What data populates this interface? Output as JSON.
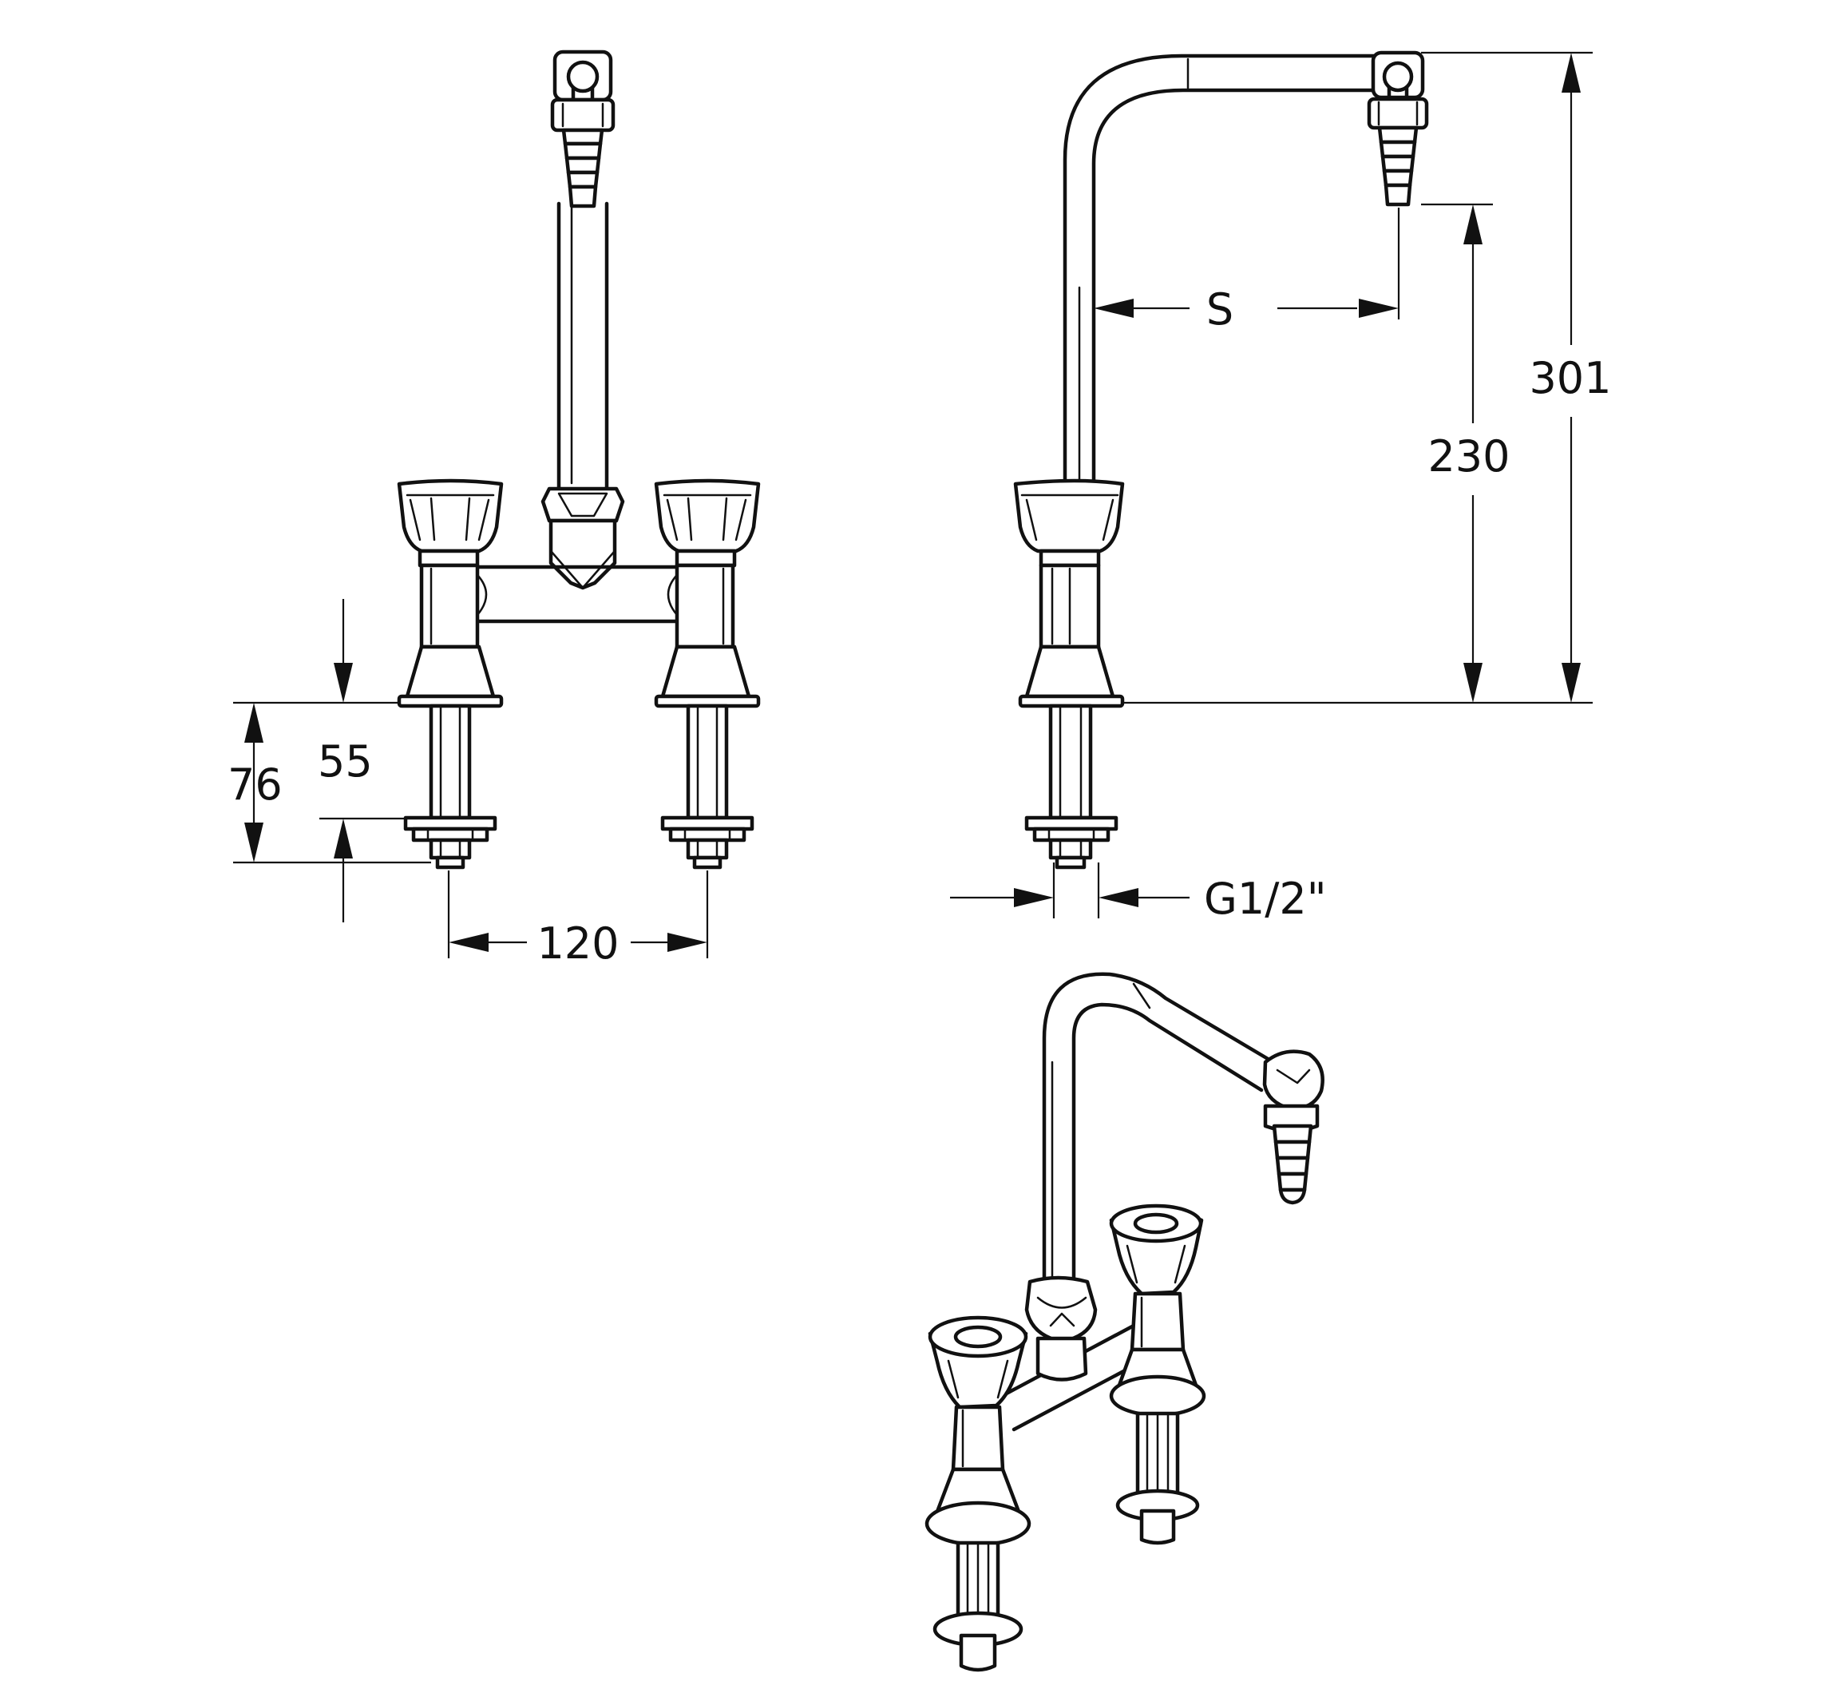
{
  "dimensions": {
    "base_height": "76",
    "shank_length": "55",
    "center_distance": "120",
    "projection": "S",
    "outlet_height": "230",
    "total_height": "301",
    "thread_size": "G1/2\""
  }
}
